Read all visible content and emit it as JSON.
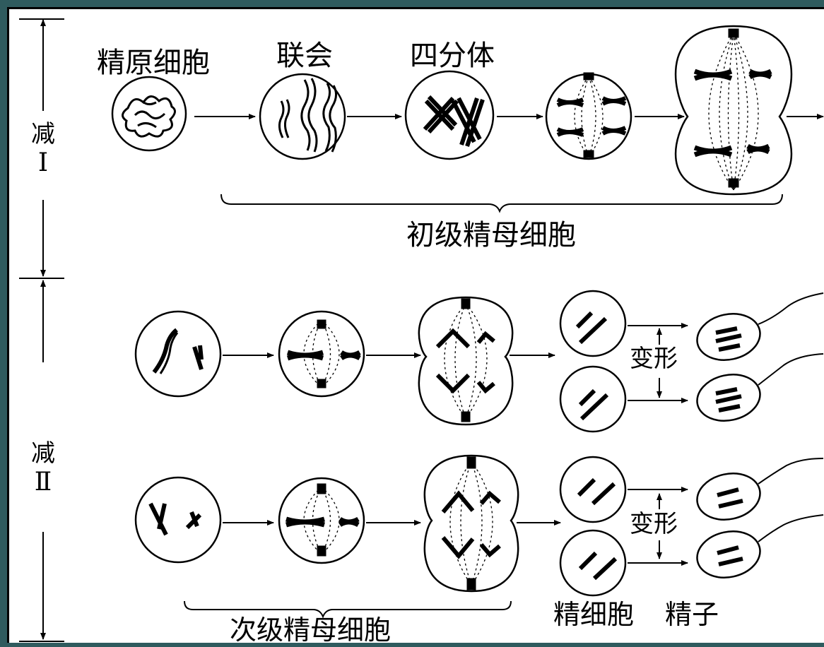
{
  "stages": {
    "spermatogonium": "精原细胞",
    "synapsis": "联会",
    "tetrad": "四分体",
    "primary_spermatocyte": "初级精母细胞",
    "secondary_spermatocyte": "次级精母细胞",
    "spermatid": "精细胞",
    "sperm": "精子"
  },
  "divisions": {
    "meiosis1_char": "减",
    "meiosis1_roman": "Ⅰ",
    "meiosis2_char": "减",
    "meiosis2_roman": "Ⅱ"
  },
  "transform": {
    "upper": "变形",
    "lower": "变形"
  },
  "colors": {
    "background_border": "#2f5b5e",
    "ink": "#000000",
    "paper": "#ffffff"
  }
}
